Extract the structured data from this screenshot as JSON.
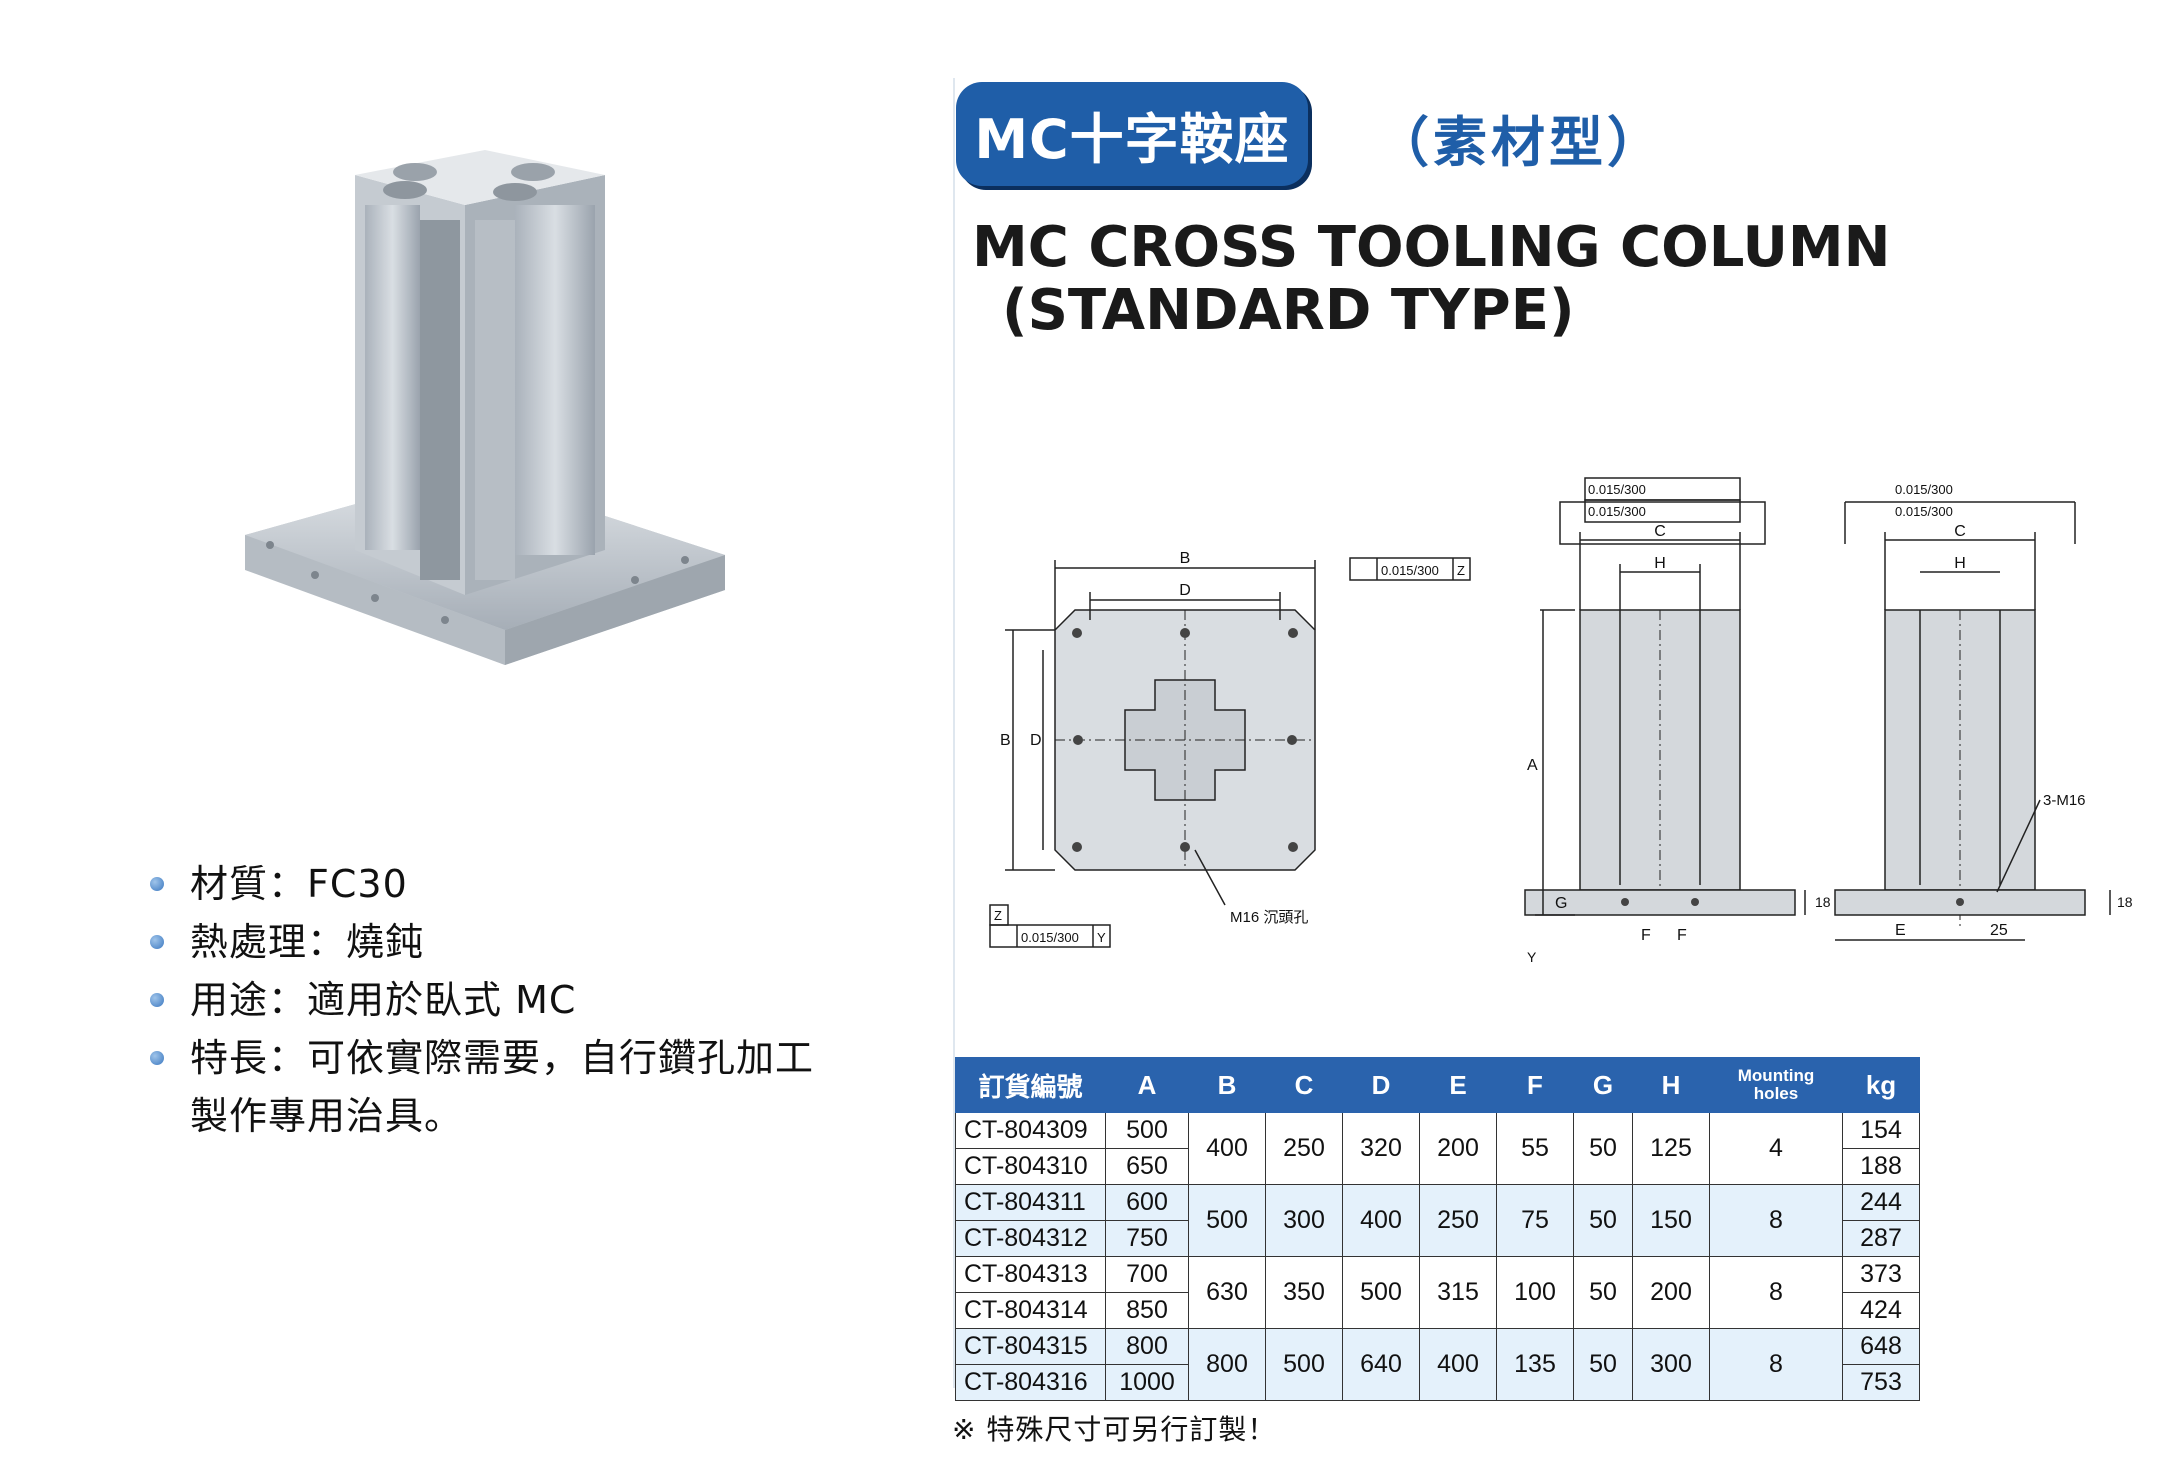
{
  "header": {
    "badge": "MC十字鞍座",
    "subtitle_cn": "（素材型）",
    "title_en_1": "MC CROSS TOOLING COLUMN",
    "title_en_2": "(STANDARD TYPE)"
  },
  "features": [
    {
      "label": "材質：FC30"
    },
    {
      "label": "熱處理：燒鈍"
    },
    {
      "label": "用途：適用於臥式 MC"
    },
    {
      "label": "特長：可依實際需要，自行鑽孔加工",
      "cont": "製作專用治具。"
    }
  ],
  "drawing": {
    "tol1": "0.015/300",
    "tol_z": "Z",
    "tol_y": "Y",
    "lbl_b": "B",
    "lbl_d": "D",
    "lbl_c": "C",
    "lbl_h": "H",
    "lbl_a": "A",
    "lbl_g": "G",
    "lbl_f": "F",
    "lbl_e": "E",
    "hole_note": "M16 沉頭孔",
    "tap_note": "3-M16",
    "dim_18": "18",
    "dim_25": "25"
  },
  "table": {
    "headers": [
      "訂貨編號",
      "A",
      "B",
      "C",
      "D",
      "E",
      "F",
      "G",
      "H",
      "Mounting holes",
      "kg"
    ],
    "mounting_l1": "Mounting",
    "mounting_l2": "holes",
    "groups": [
      {
        "B": "400",
        "C": "250",
        "D": "320",
        "E": "200",
        "F": "55",
        "G": "50",
        "H": "125",
        "holes": "4",
        "rows": [
          {
            "model": "CT-804309",
            "A": "500",
            "kg": "154"
          },
          {
            "model": "CT-804310",
            "A": "650",
            "kg": "188"
          }
        ]
      },
      {
        "B": "500",
        "C": "300",
        "D": "400",
        "E": "250",
        "F": "75",
        "G": "50",
        "H": "150",
        "holes": "8",
        "rows": [
          {
            "model": "CT-804311",
            "A": "600",
            "kg": "244"
          },
          {
            "model": "CT-804312",
            "A": "750",
            "kg": "287"
          }
        ]
      },
      {
        "B": "630",
        "C": "350",
        "D": "500",
        "E": "315",
        "F": "100",
        "G": "50",
        "H": "200",
        "holes": "8",
        "rows": [
          {
            "model": "CT-804313",
            "A": "700",
            "kg": "373"
          },
          {
            "model": "CT-804314",
            "A": "850",
            "kg": "424"
          }
        ]
      },
      {
        "B": "800",
        "C": "500",
        "D": "640",
        "E": "400",
        "F": "135",
        "G": "50",
        "H": "300",
        "holes": "8",
        "rows": [
          {
            "model": "CT-804315",
            "A": "800",
            "kg": "648"
          },
          {
            "model": "CT-804316",
            "A": "1000",
            "kg": "753"
          }
        ]
      }
    ]
  },
  "note": "※  特殊尺寸可另行訂製！",
  "colors": {
    "brand_blue": "#1f5ea8",
    "table_header": "#2a63ad",
    "row_shade": "#e4f1fb"
  }
}
